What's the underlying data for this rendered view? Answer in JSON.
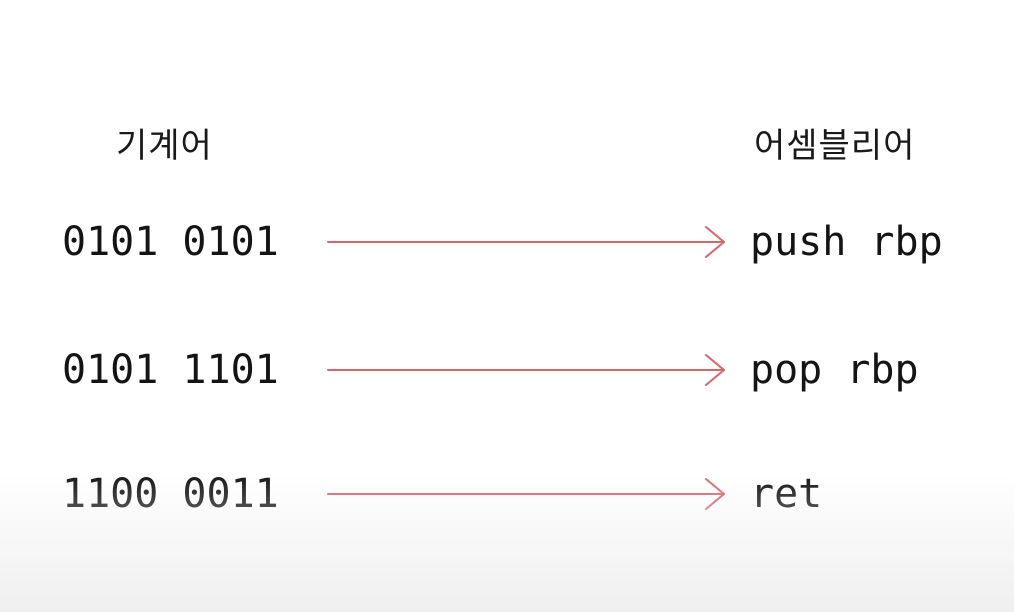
{
  "headers": {
    "machine": "기계어",
    "assembly": "어셈블리어"
  },
  "rows": [
    {
      "machine": "0101 0101",
      "assembly": "push rbp"
    },
    {
      "machine": "0101 1101",
      "assembly": "pop rbp"
    },
    {
      "machine": "1100 0011",
      "assembly": "ret"
    }
  ],
  "colors": {
    "arrow": "#d9656c"
  }
}
